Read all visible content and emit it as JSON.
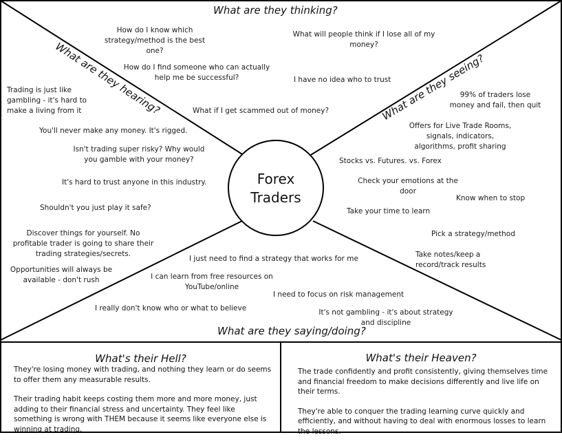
{
  "center": {
    "line1": "Forex",
    "line2": "Traders"
  },
  "headers": {
    "thinking": "What are they thinking?",
    "hearing": "What are they hearing?",
    "seeing": "What are they seeing?",
    "saying": "What are they saying/doing?"
  },
  "thinking": [
    "How do I know which strategy/method is the best one?",
    "What will people think if I lose all of my money?",
    "How do I find someone who can actually help me be successful?",
    "I have no idea who to trust",
    "What if I get scammed out of money?"
  ],
  "hearing": [
    "Trading is just like gambling - it's hard to make a living from it",
    "You'll never make any money. It's rigged.",
    "Isn't trading super risky? Why would you gamble with your money?",
    "It's hard to trust anyone in this industry.",
    "Shouldn't you just play it safe?",
    "Discover things for yourself. No profitable trader is going to share their trading strategies/secrets.",
    "Opportunities will always be available - don't rush"
  ],
  "seeing": [
    "99% of traders lose money and fail, then quit",
    "Offers for Live Trade Rooms, signals, indicators, algorithms, profit sharing",
    "Stocks vs. Futures. vs. Forex",
    "Check your emotions at the door",
    "Know when to stop",
    "Take your time to learn",
    "Pick a strategy/method",
    "Take notes/keep a record/track results"
  ],
  "saying": [
    "I just need to find a strategy that works for me",
    "I can learn from free resources on YouTube/online",
    "I need to focus on risk management",
    "I really don't know who or what to believe",
    "It's not gambling - it's about strategy and discipline"
  ],
  "hell": {
    "title": "What's their Hell?",
    "p1": "They're losing money with trading, and nothing they learn or do seems to offer them any measurable results.",
    "p2": "Their trading habit keeps costing them more and more money, just adding to their financial stress and uncertainty. They feel like something is wrong with THEM because it seems like everyone else is winning at trading."
  },
  "heaven": {
    "title": "What's their Heaven?",
    "p1": "The trade confidently and profit consistently, giving themselves time and financial freedom to make decisions differently and live life on their terms.",
    "p2": "They're able to conquer the trading learning curve quickly and efficiently, and without having to deal with enormous losses to learn the lessons."
  }
}
